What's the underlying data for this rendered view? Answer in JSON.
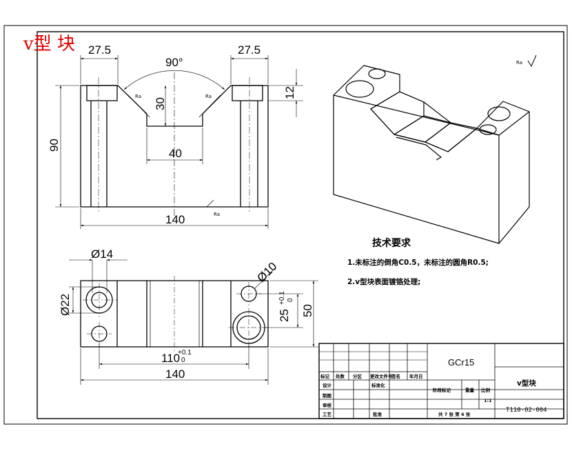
{
  "title": "v型 块",
  "front_view": {
    "dims": {
      "left_width": "27.5",
      "right_width": "27.5",
      "angle": "90°",
      "depth": "30",
      "right_height": "12",
      "height": "90",
      "bottom_width": "40",
      "total_width": "140"
    }
  },
  "top_view": {
    "dims": {
      "small_hole": "Ø14",
      "hole_dia": "Ø10",
      "counterbore": "Ø22",
      "hole_pos": "25",
      "hole_pos_tol_upper": "+0.1",
      "hole_pos_tol_lower": "0",
      "depth": "50",
      "hole_spacing": "110",
      "spacing_tol_upper": "+0.1",
      "spacing_tol_lower": "0",
      "total_width": "140"
    }
  },
  "surface_symbol": "Ra",
  "tech_requirements": {
    "heading": "技术要求",
    "items": [
      "1.未标注的倒角C0.5，未标注的圆角R0.5;",
      "2.v型块表面镀铬处理;"
    ]
  },
  "title_block": {
    "material": "GCr15",
    "part_name": "v型块",
    "drawing_no": "T110-02-004",
    "scale": "1:1",
    "sheets": "共 7 张  第 6 张",
    "labels": {
      "mark": "标记",
      "count": "处数",
      "zone": "分区",
      "change_doc": "更改文件号",
      "signature": "签名",
      "date": "年月日",
      "design": "设计",
      "standardize": "标准化",
      "check": "审核",
      "process": "工艺",
      "approve": "批准",
      "stage_mark": "阶段标记",
      "weight": "重量",
      "ratio": "比例",
      "drawn": "制图"
    }
  }
}
